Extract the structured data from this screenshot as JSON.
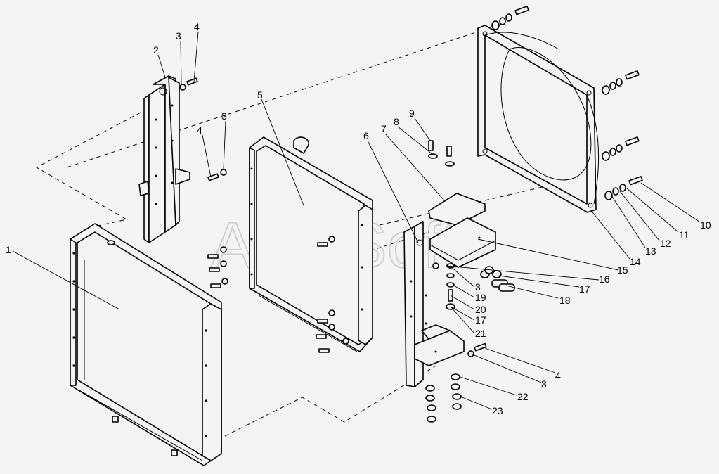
{
  "watermark": "AutoSoft",
  "callouts": [
    "1",
    "2",
    "3",
    "4",
    "3",
    "4",
    "5",
    "6",
    "7",
    "8",
    "9",
    "3",
    "19",
    "20",
    "17",
    "21",
    "10",
    "11",
    "12",
    "13",
    "14",
    "15",
    "16",
    "17",
    "18",
    "4",
    "3",
    "22",
    "23"
  ]
}
